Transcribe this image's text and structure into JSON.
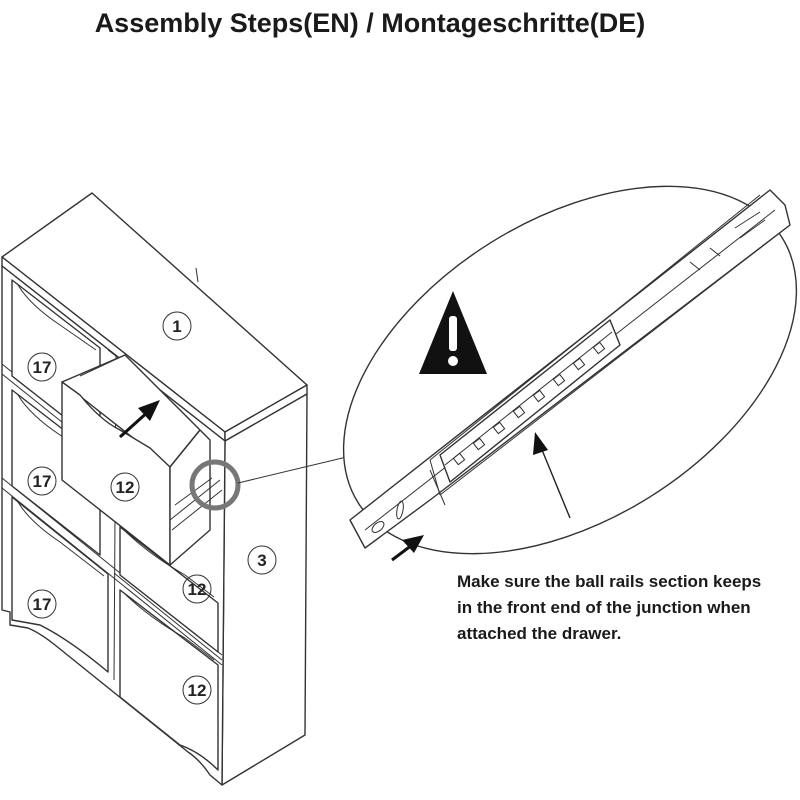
{
  "title": "Assembly Steps(EN) / Montageschritte(DE)",
  "parts": {
    "top_panel": "1",
    "side_panel": "3",
    "drawer_left_top": "17",
    "drawer_left_middle": "17",
    "drawer_left_bottom": "17",
    "drawer_open": "12",
    "drawer_right_middle": "12",
    "drawer_right_bottom": "12"
  },
  "warning_icon": "warning-triangle-icon",
  "note": {
    "lines": [
      "Make sure the ball rails section keeps",
      "in the front end of the junction when",
      "attached the drawer."
    ]
  }
}
